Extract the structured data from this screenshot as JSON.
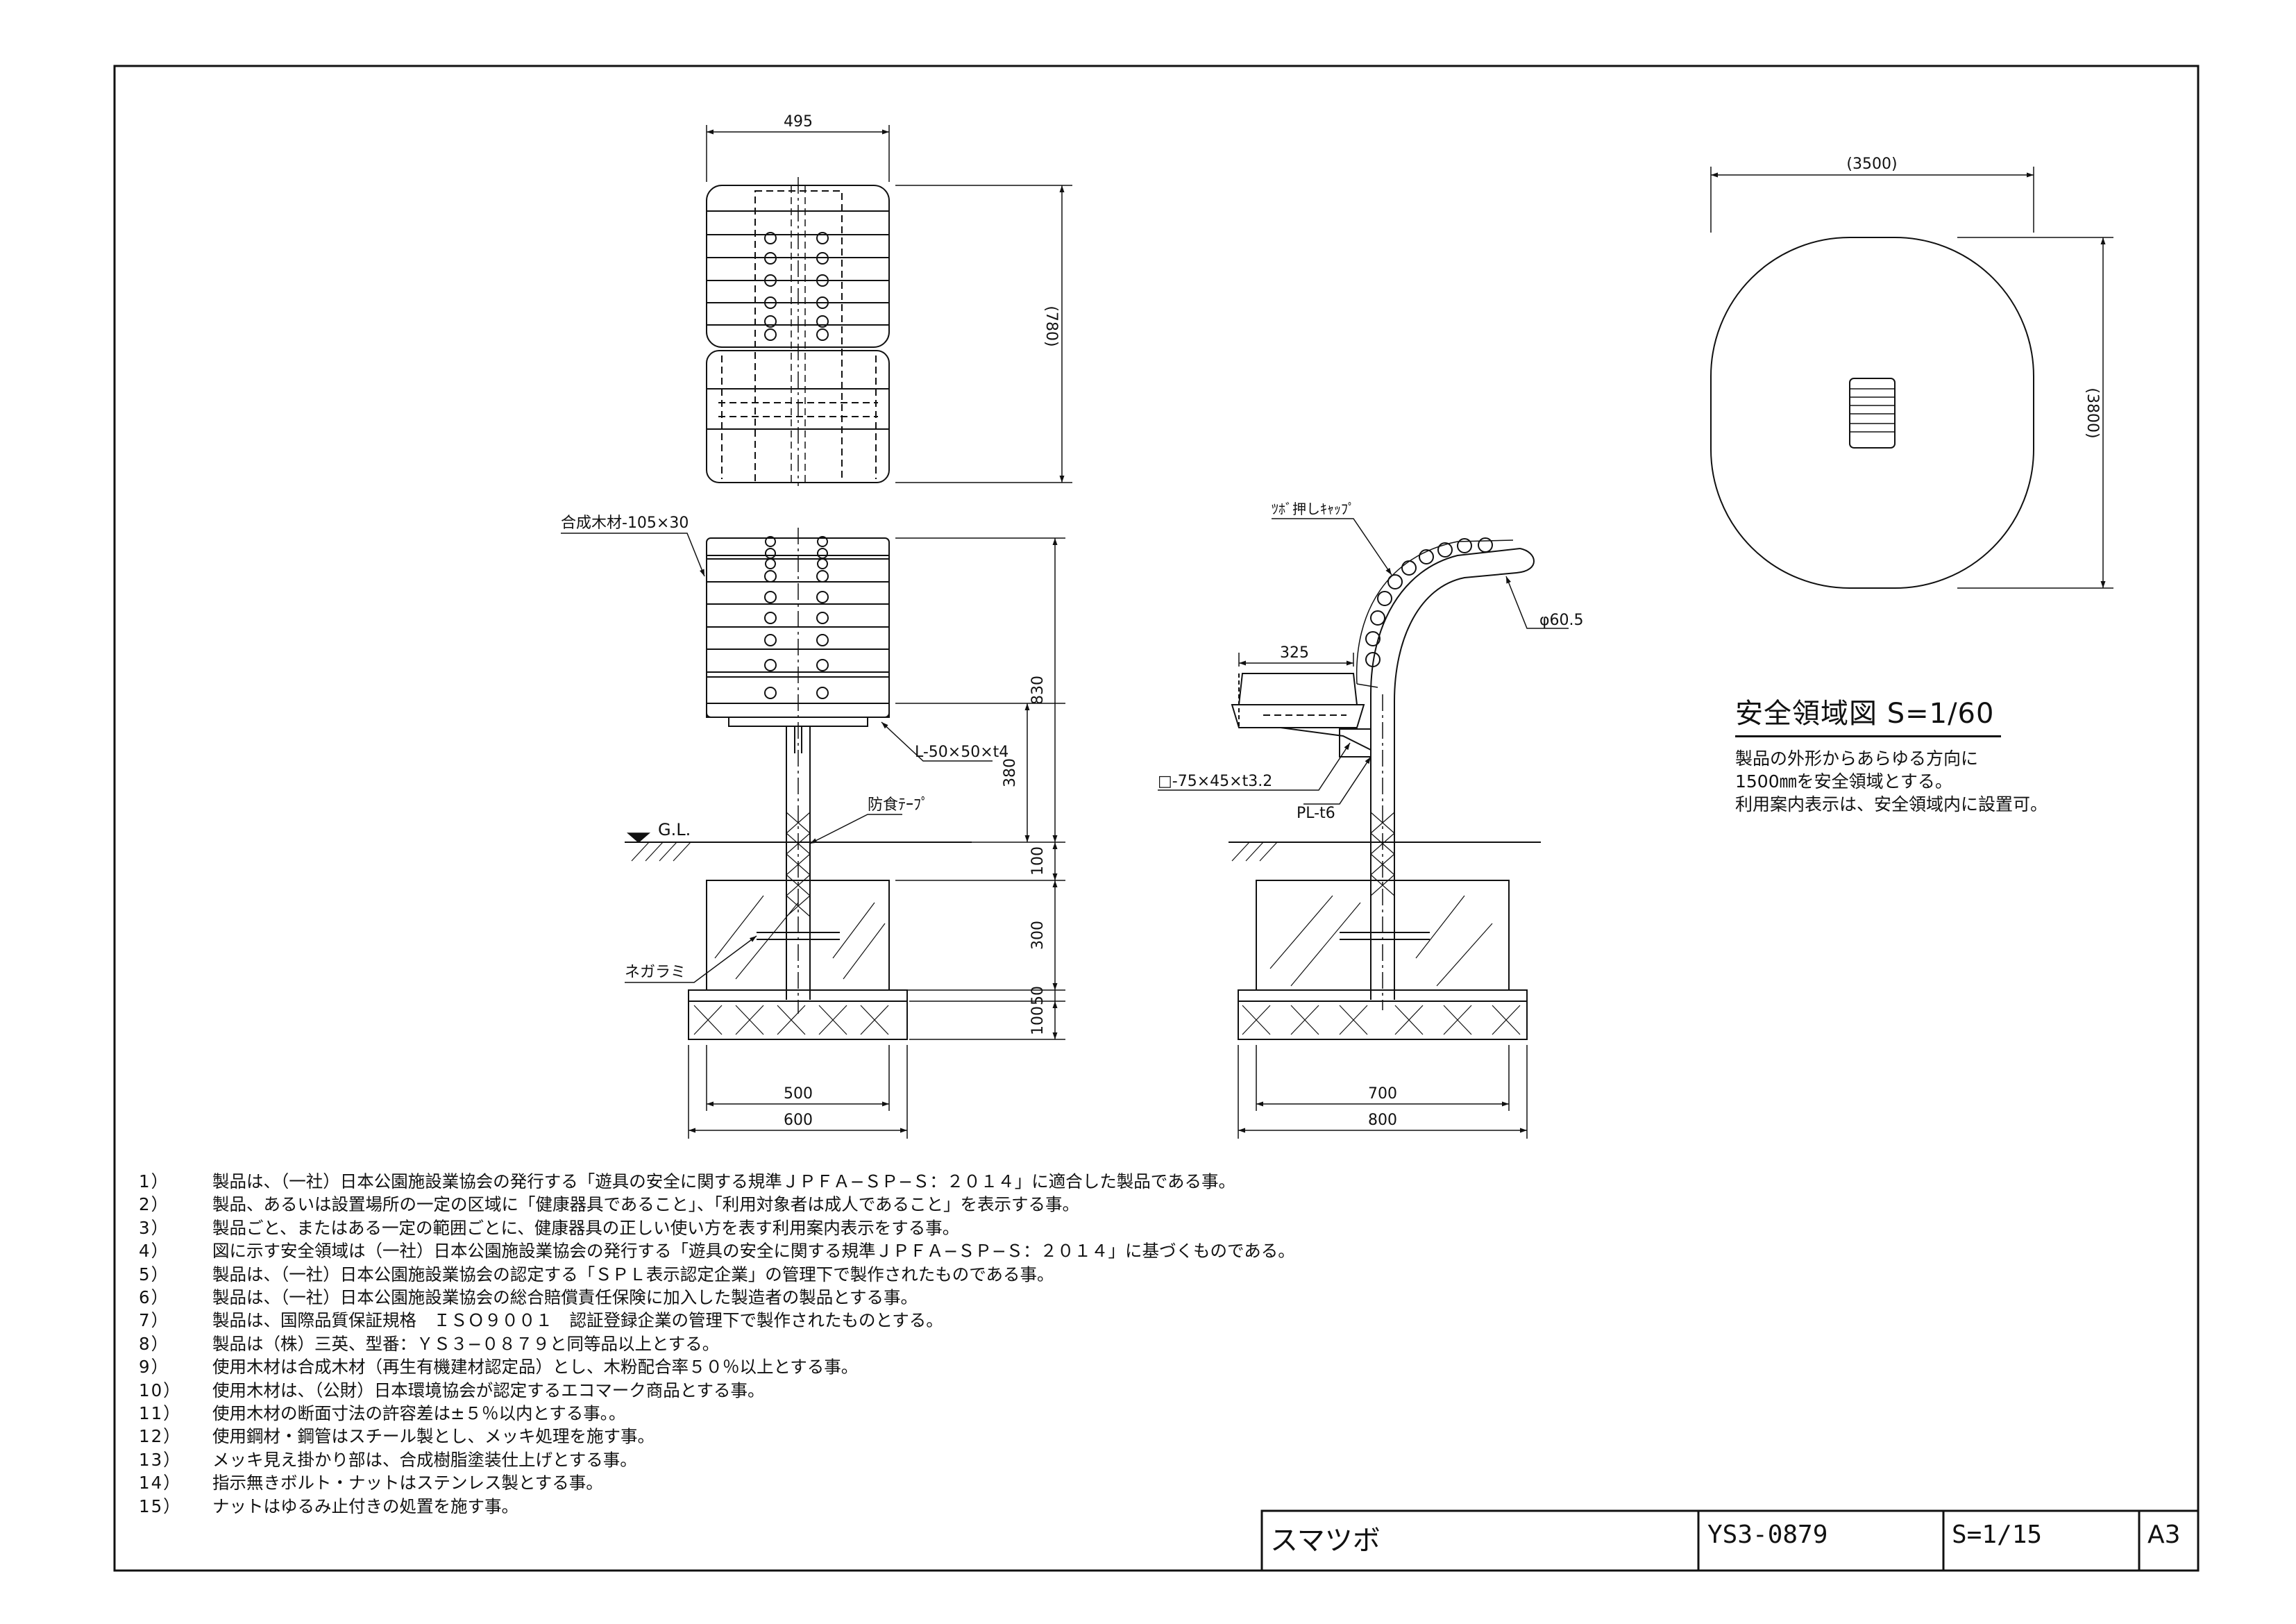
{
  "title_block": {
    "name": "スマツボ",
    "code": "YS3-0879",
    "scale": "S=1/15",
    "paper": "A3"
  },
  "safety": {
    "title": "安全領域図 S=1/60",
    "lines": [
      "製品の外形からあらゆる方向に",
      "1500㎜を安全領域とする。",
      "利用案内表示は、安全領域内に設置可。"
    ]
  },
  "notes": [
    {
      "num": "1）",
      "text": "製品は、（一社）日本公園施設業協会の発行する「遊具の安全に関する規準ＪＰＦＡ−ＳＰ−Ｓ：２０１４」に適合した製品である事。"
    },
    {
      "num": "2）",
      "text": "製品、あるいは設置場所の一定の区域に「健康器具であること」、「利用対象者は成人であること」を表示する事。"
    },
    {
      "num": "3）",
      "text": "製品ごと、またはある一定の範囲ごとに、健康器具の正しい使い方を表す利用案内表示をする事。"
    },
    {
      "num": "4）",
      "text": "図に示す安全領域は（一社）日本公園施設業協会の発行する「遊具の安全に関する規準ＪＰＦＡ−ＳＰ−Ｓ：２０１４」に基づくものである。"
    },
    {
      "num": "5）",
      "text": "製品は、（一社）日本公園施設業協会の認定する「ＳＰＬ表示認定企業」の管理下で製作されたものである事。"
    },
    {
      "num": "6）",
      "text": "製品は、（一社）日本公園施設業協会の総合賠償責任保険に加入した製造者の製品とする事。"
    },
    {
      "num": "7）",
      "text": "製品は、国際品質保証規格　ＩＳＯ９００１　認証登録企業の管理下で製作されたものとする。"
    },
    {
      "num": "8）",
      "text": "製品は（株）三英、型番：ＹＳ３−０８７９と同等品以上とする。"
    },
    {
      "num": "9）",
      "text": "使用木材は合成木材（再生有機建材認定品）とし、木粉配合率５０％以上とする事。"
    },
    {
      "num": "10）",
      "text": "使用木材は、（公財）日本環境協会が認定するエコマーク商品とする事。"
    },
    {
      "num": "11）",
      "text": "使用木材の断面寸法の許容差は±５％以内とする事。。"
    },
    {
      "num": "12）",
      "text": "使用鋼材・鋼管はスチール製とし、メッキ処理を施す事。"
    },
    {
      "num": "13）",
      "text": "メッキ見え掛かり部は、合成樹脂塗装仕上げとする事。"
    },
    {
      "num": "14）",
      "text": "指示無きボルト・ナットはステンレス製とする事。"
    },
    {
      "num": "15）",
      "text": "ナットはゆるみ止付きの処置を施す事。"
    }
  ],
  "dims": {
    "top_width": "495",
    "top_height": "(780)",
    "front_830": "830",
    "front_380": "380",
    "front_100a": "100",
    "front_300": "300",
    "front_50": "50",
    "front_100b": "100",
    "front_500": "500",
    "front_600": "600",
    "side_325": "325",
    "side_700": "700",
    "side_800": "800",
    "safety_w": "(3500)",
    "safety_h": "(3800)"
  },
  "labels": {
    "wood": "合成木材-105×30",
    "angle": "L-50×50×t4",
    "tape": "防食ﾃｰﾌﾟ",
    "gl": "G.L.",
    "anchor": "ネガラミ",
    "cap": "ﾂﾎﾞ押しｷｬｯﾌﾟ",
    "pipe": "φ60.5",
    "sq_pipe": "□-75×45×t3.2",
    "plate": "PL-t6"
  }
}
